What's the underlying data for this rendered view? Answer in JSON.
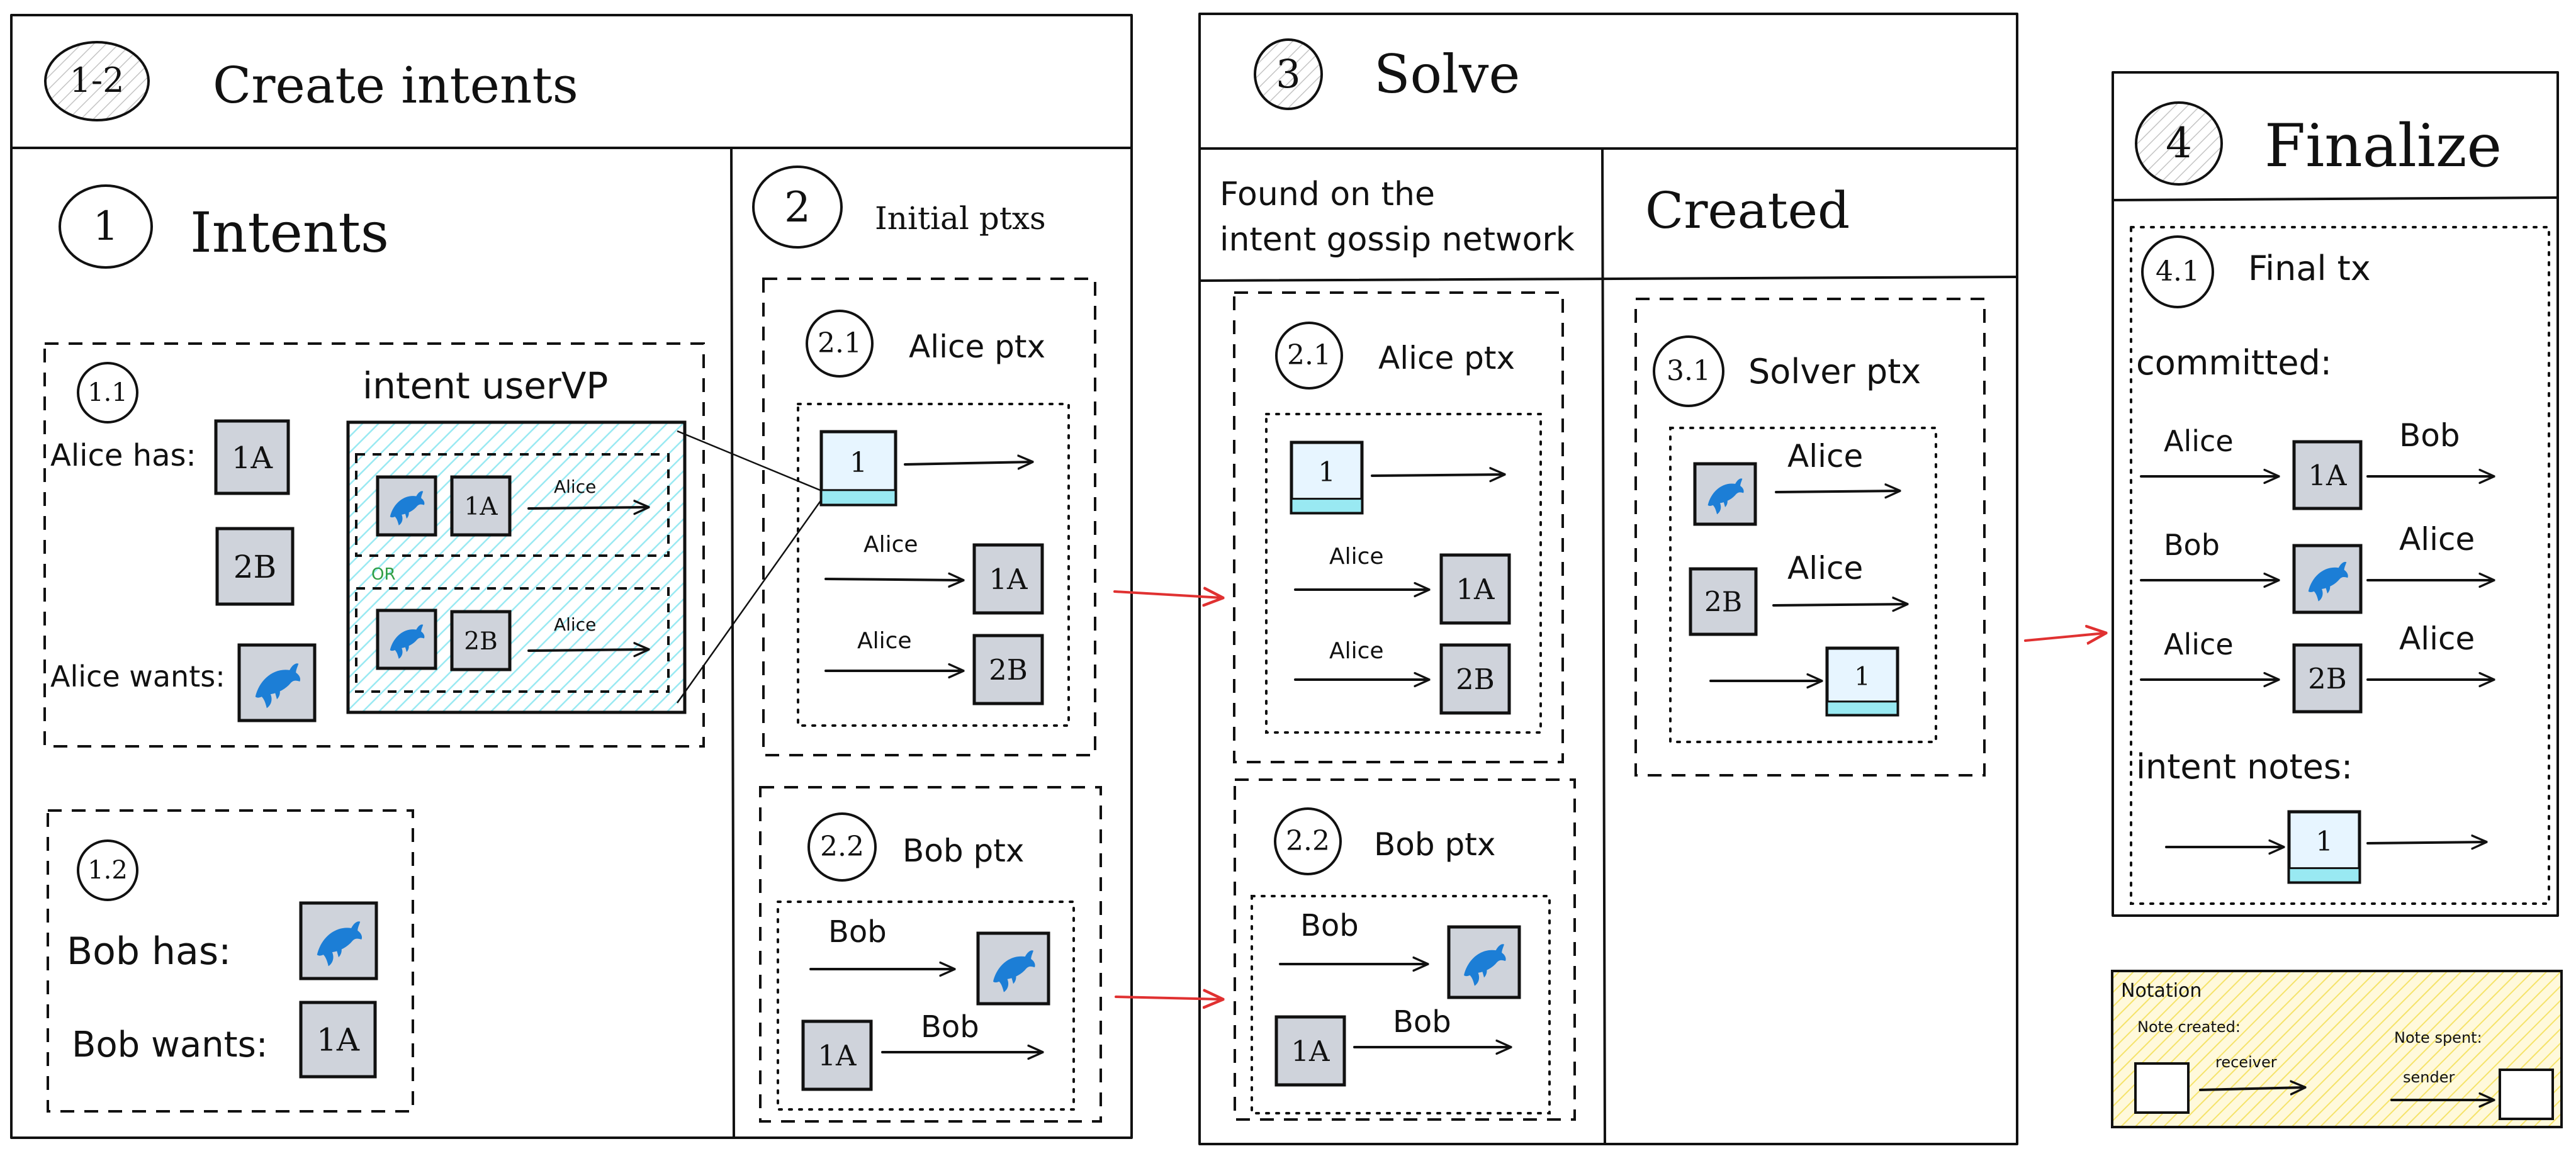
{
  "sections": {
    "create": {
      "badge": "1-2",
      "title": "Create intents"
    },
    "intents": {
      "badge": "1",
      "title": "Intents"
    },
    "initial": {
      "badge": "2",
      "title": "Initial ptxs"
    },
    "solve": {
      "badge": "3",
      "title": "Solve",
      "found_line1": "Found on the",
      "found_line2": "intent gossip network",
      "created": "Created"
    },
    "finalize": {
      "badge": "4",
      "title": "Finalize"
    }
  },
  "intent_1_1": {
    "badge": "1.1",
    "has_label": "Alice has:",
    "wants_label": "Alice wants:",
    "vp_title": "intent userVP",
    "or_label": "OR",
    "arrow_label": "Alice",
    "notes": {
      "n1A": "1A",
      "n2B": "2B"
    }
  },
  "intent_1_2": {
    "badge": "1.2",
    "has_label": "Bob has:",
    "wants_label": "Bob wants:",
    "note": "1A"
  },
  "ptx_2_1": {
    "badge": "2.1",
    "title": "Alice ptx",
    "intent_note": "1",
    "label": "Alice",
    "notes": [
      "1A",
      "2B"
    ]
  },
  "ptx_2_2": {
    "badge": "2.2",
    "title": "Bob ptx",
    "label": "Bob",
    "note": "1A"
  },
  "solve_2_1": {
    "badge": "2.1",
    "title": "Alice ptx",
    "intent_note": "1",
    "label": "Alice",
    "notes": [
      "1A",
      "2B"
    ]
  },
  "solve_2_2": {
    "badge": "2.2",
    "title": "Bob ptx",
    "label": "Bob",
    "note": "1A"
  },
  "solver_3_1": {
    "badge": "3.1",
    "title": "Solver ptx",
    "label": "Alice",
    "note": "2B",
    "intent_note": "1"
  },
  "final_4_1": {
    "badge": "4.1",
    "title": "Final tx",
    "committed": "committed:",
    "rows": [
      {
        "from": "Alice",
        "note": "1A",
        "to": "Bob"
      },
      {
        "from": "Bob",
        "note": "dolphin",
        "to": "Alice"
      },
      {
        "from": "Alice",
        "note": "2B",
        "to": "Alice"
      }
    ],
    "intent_notes": "intent notes:",
    "intent_note": "1"
  },
  "notation": {
    "title": "Notation",
    "created": "Note created:",
    "spent": "Note spent:",
    "receiver": "receiver",
    "sender": "sender"
  },
  "colors": {
    "note_fill": "#cfd3db",
    "dolphin": "#1c7ed6",
    "intent_bar": "#99e9f2",
    "hatch": "#99e9f2",
    "flow_arrow": "#e03131",
    "notation_bg": "#fff9db",
    "notation_hatch": "#f5e36a",
    "or_label": "#2f9e44"
  },
  "icons": {
    "dolphin": "dolphin-icon",
    "arrow": "arrow-icon"
  }
}
